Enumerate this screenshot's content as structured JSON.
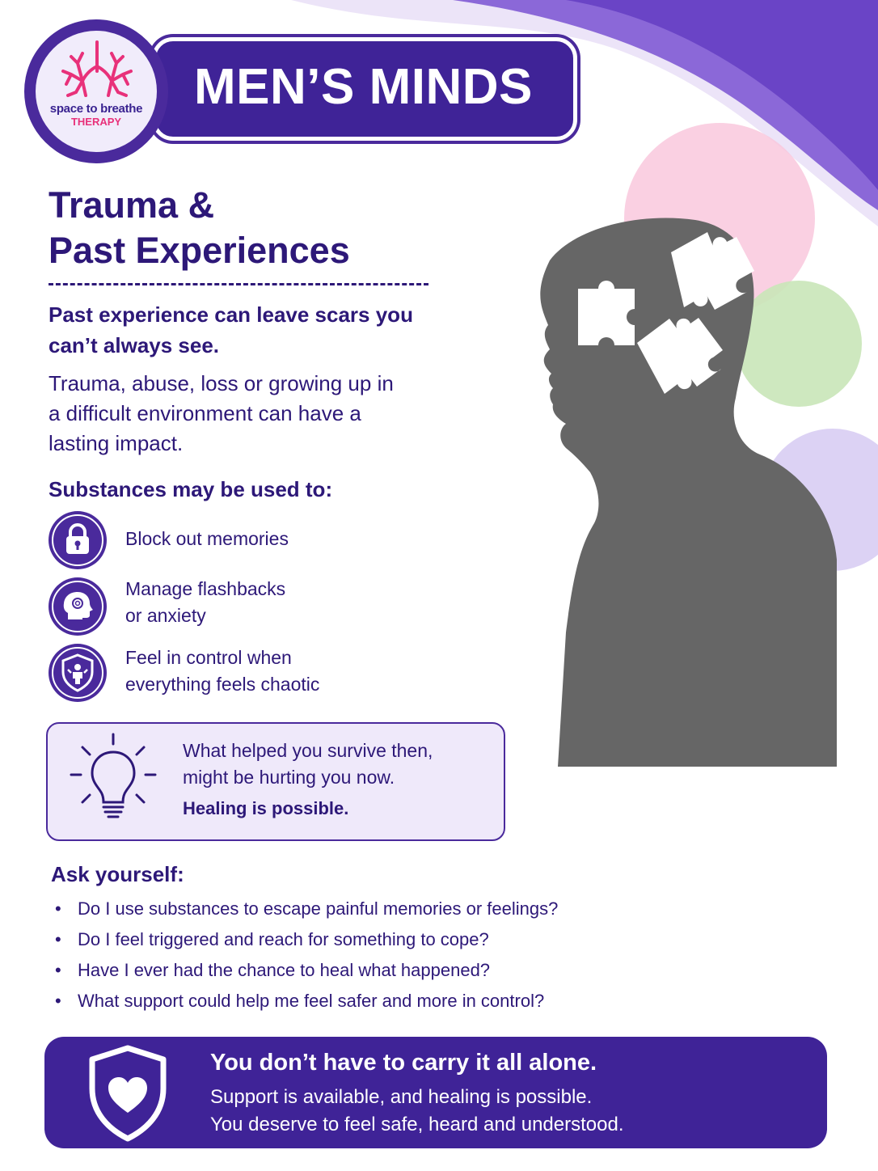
{
  "brand": {
    "logo_line1": "space to breathe",
    "logo_line2": "THERAPY",
    "title": "MEN’S MINDS"
  },
  "colors": {
    "primary": "#3f2397",
    "accent_pink": "#e8317a",
    "figure_gray": "#666666",
    "tip_bg": "#efe9fa"
  },
  "heading": {
    "line1": "Trauma &",
    "line2": "Past Experiences"
  },
  "lead": "Past experience can leave scars you can’t always see.",
  "body": "Trauma, abuse, loss or growing up in a difficult environment can have a lasting impact.",
  "substances": {
    "heading": "Substances may be used to:",
    "items": [
      {
        "icon": "lock-icon",
        "line1": "Block out memories",
        "line2": ""
      },
      {
        "icon": "head-spiral-icon",
        "line1": "Manage flashbacks",
        "line2": "or anxiety"
      },
      {
        "icon": "shield-person-icon",
        "line1": "Feel in control when",
        "line2": "everything feels chaotic"
      }
    ]
  },
  "tip": {
    "icon": "lightbulb-icon",
    "line1": "What helped you survive then,",
    "line2": "might be hurting you now.",
    "bold": "Healing is possible."
  },
  "ask": {
    "heading": "Ask yourself:",
    "items": [
      "Do I use substances to escape painful memories or feelings?",
      "Do I feel triggered and reach for something to cope?",
      "Have I ever had the chance to heal what happened?",
      "What support could help me feel safer and more in control?"
    ]
  },
  "footer": {
    "icon": "shield-heart-icon",
    "title": "You don’t have to carry it all alone.",
    "line1": "Support is available, and healing is possible.",
    "line2": "You deserve to feel safe, heard and understood."
  },
  "illustration": {
    "figure": "head-silhouette-puzzle-icon"
  }
}
